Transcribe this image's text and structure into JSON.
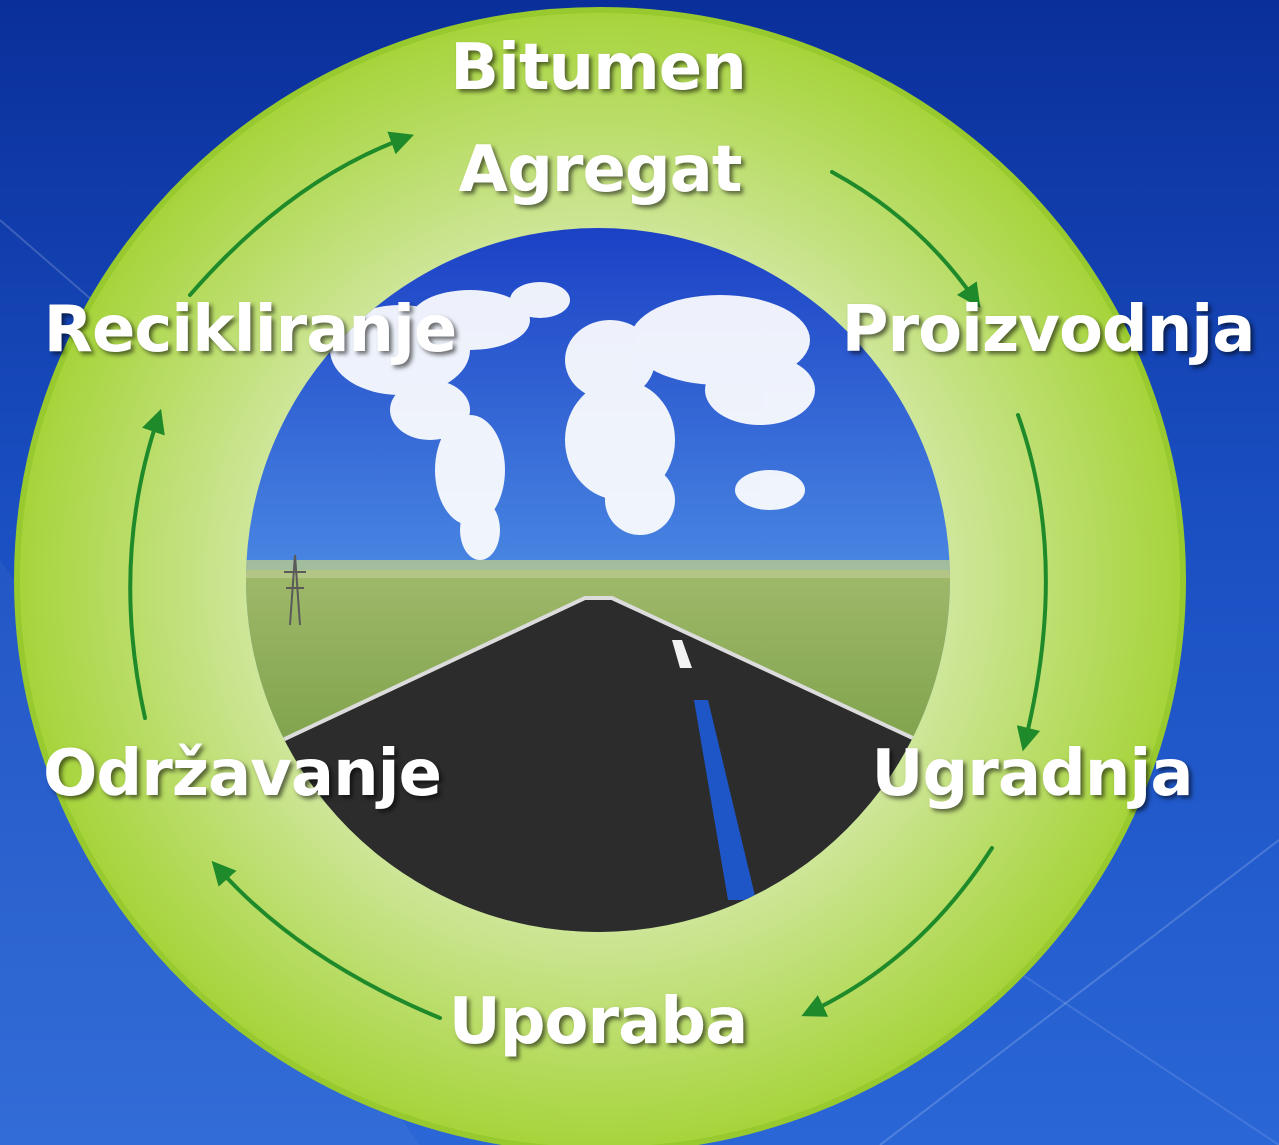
{
  "labels": {
    "bitumen": "Bitumen",
    "agregat": "Agregat",
    "proizvodnja": "Proizvodnja",
    "ugradnja": "Ugradnja",
    "uporaba": "Uporaba",
    "odrzavanje": "Održavanje",
    "recikliranje": "Recikliranje"
  },
  "colors": {
    "background_top": "#0a2f9a",
    "background_bottom": "#2a66d6",
    "ring": "#a9d63a",
    "ring_light": "#cfe79a",
    "arrow": "#1f8a2a",
    "label_text": "#ffffff",
    "sky": "#2c5fd8",
    "road": "#2a2a2a",
    "grass": "#7a9a38"
  }
}
